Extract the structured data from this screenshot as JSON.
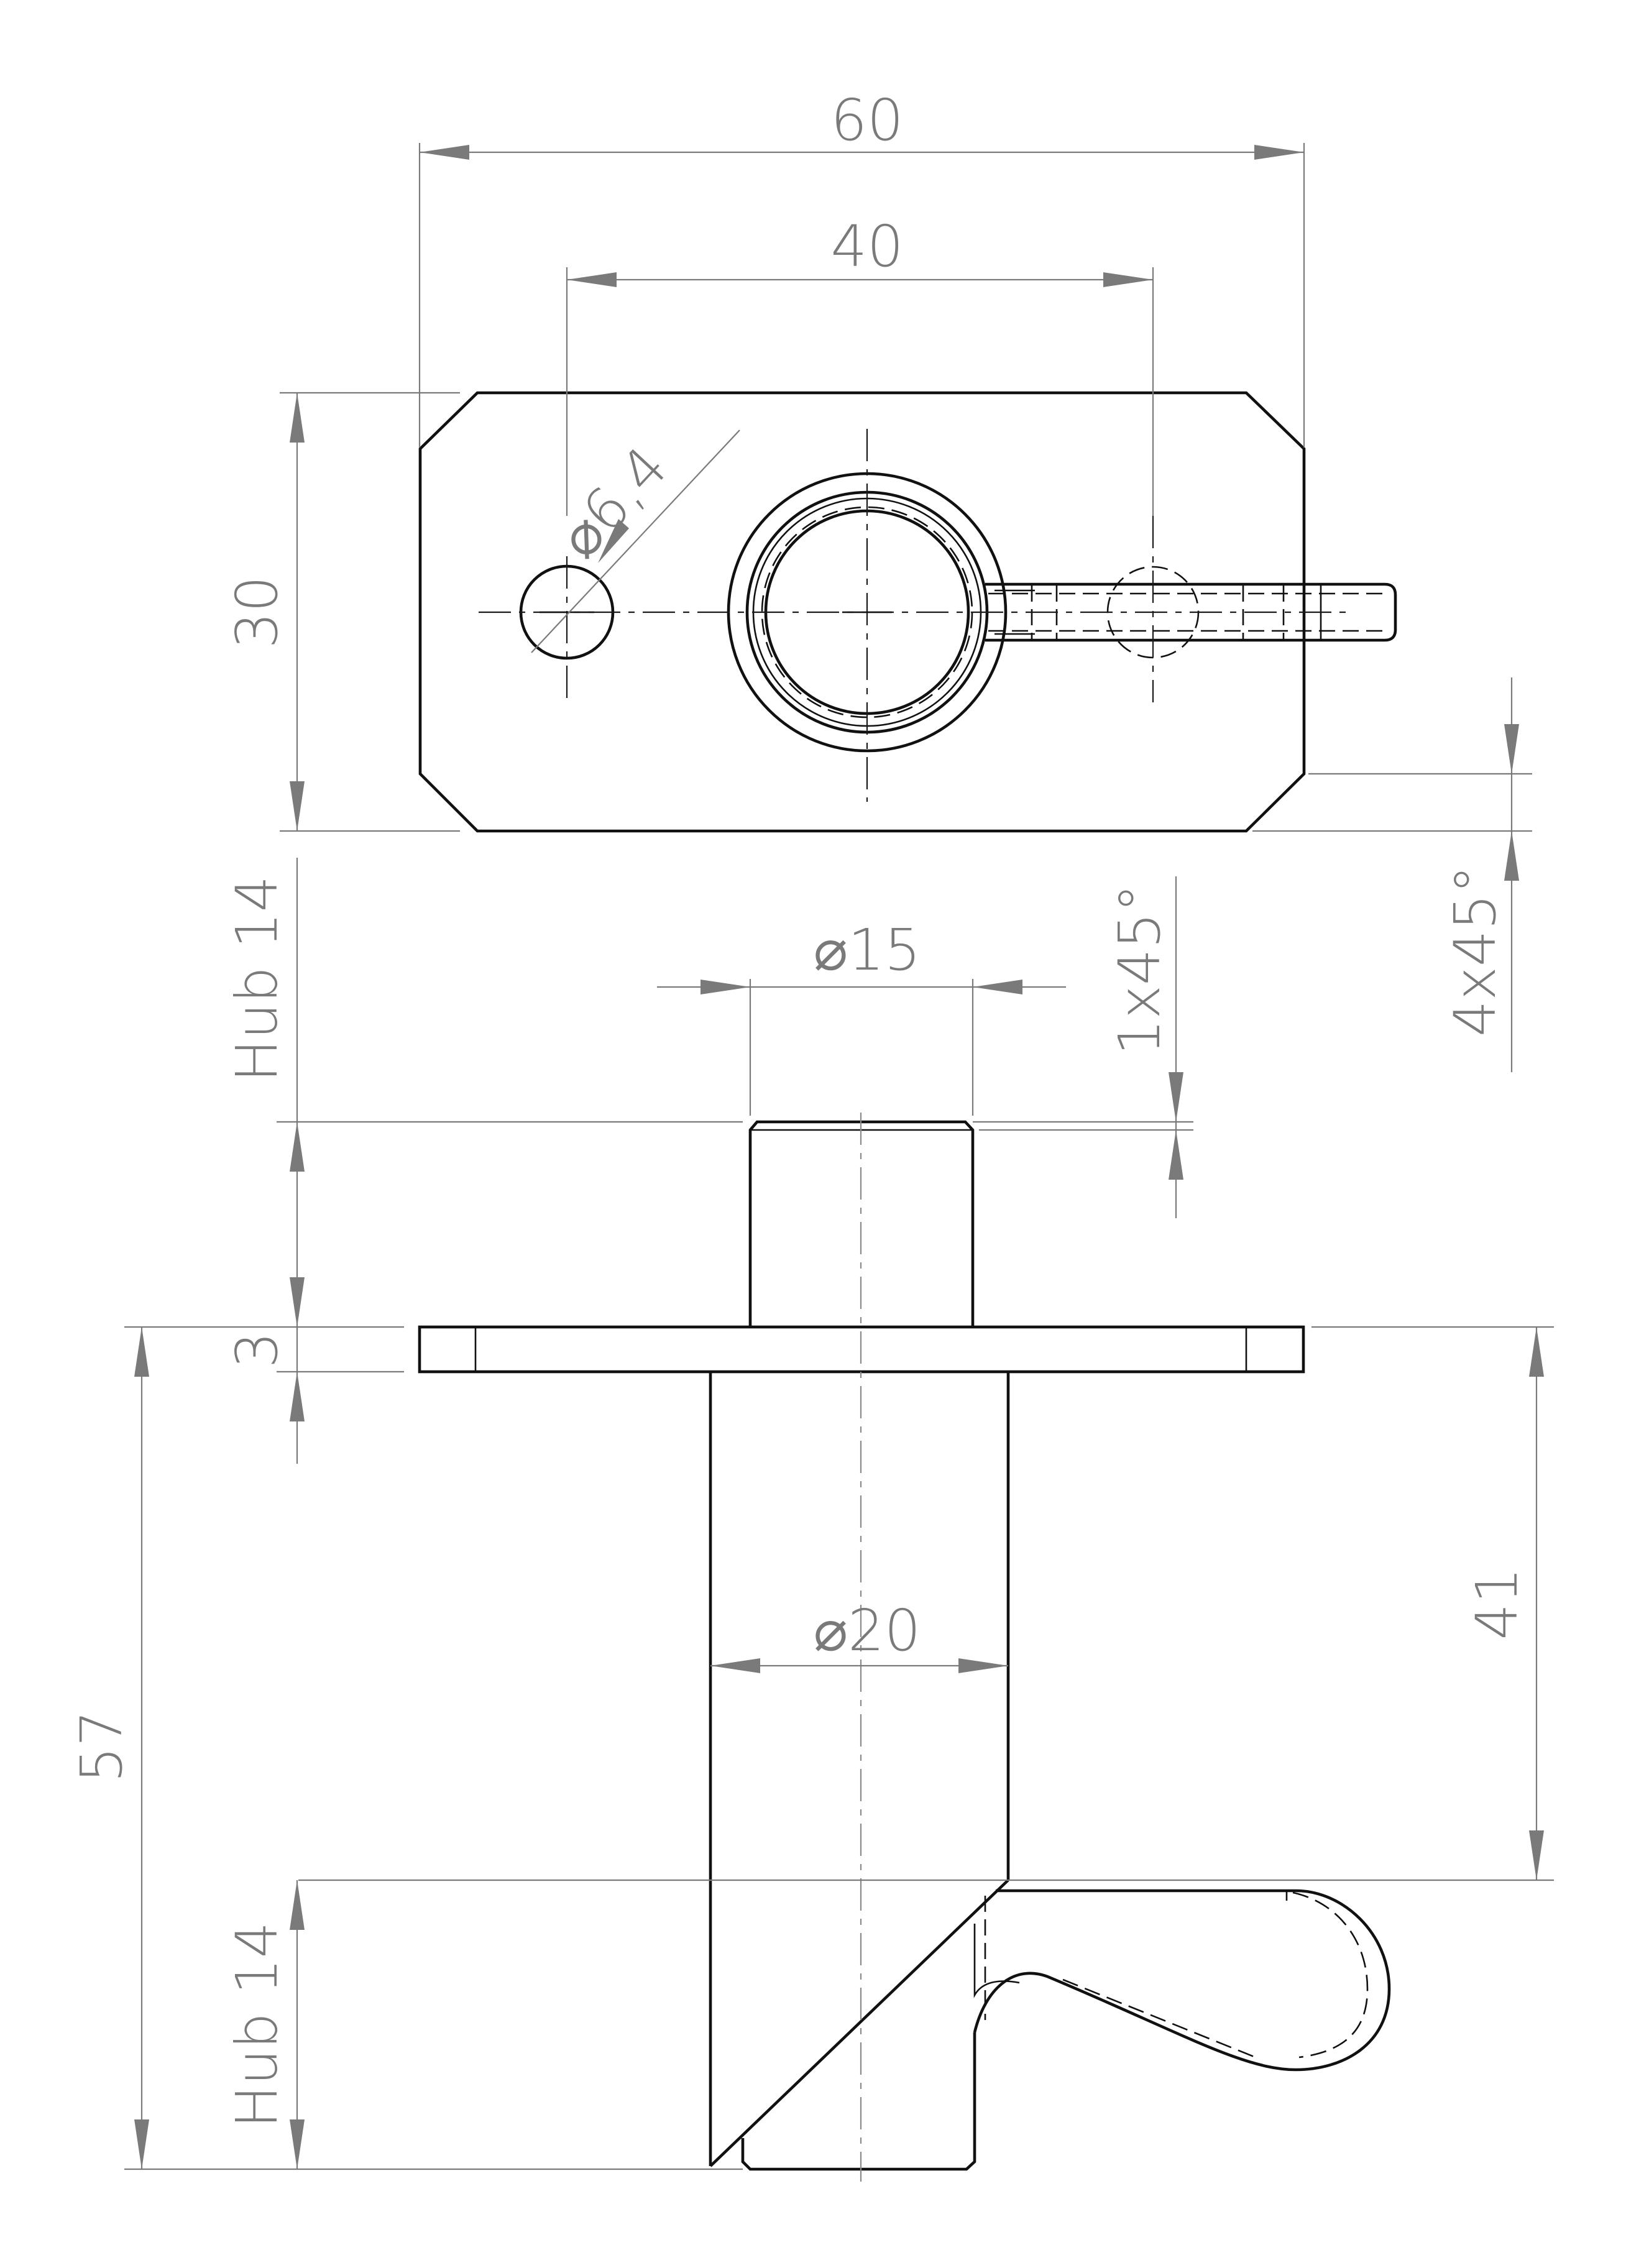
{
  "dimensions": {
    "width_total": "60",
    "hole_spacing": "40",
    "plate_height": "30",
    "hole_diameter": "6,4",
    "chamfer_plate": "4x45°",
    "pin_diameter": "15",
    "pin_chamfer": "1x45°",
    "stroke_upper": "Hub 14",
    "plate_thickness": "3",
    "body_diameter": "20",
    "body_length": "41",
    "overall_height": "57",
    "stroke_lower": "Hub 14"
  },
  "symbols": {
    "diameter": "⌀"
  },
  "colors": {
    "outline": "#111111",
    "dimension": "#7a7a7a"
  }
}
